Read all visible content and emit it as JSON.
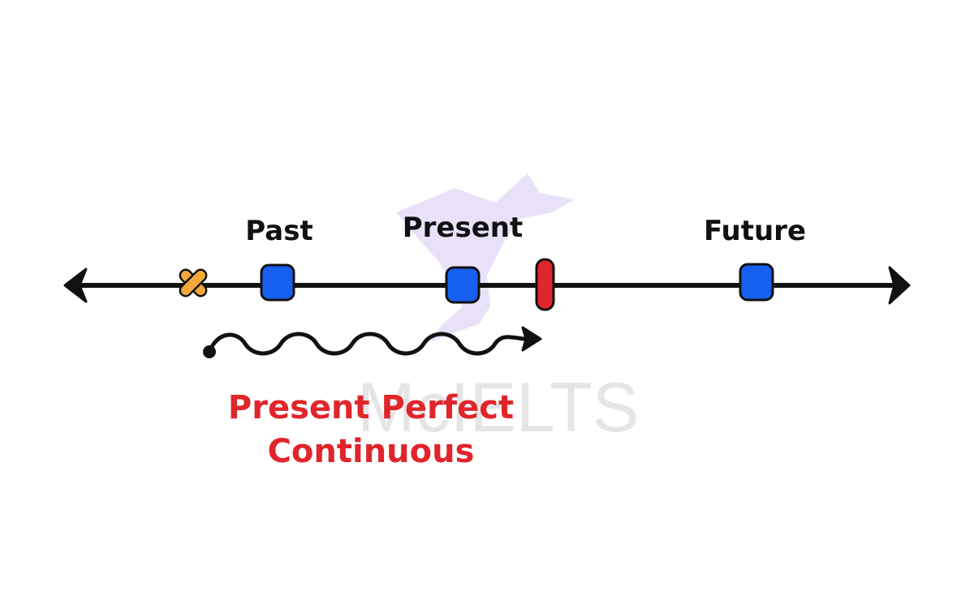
{
  "timeline": {
    "labels": {
      "past": "Past",
      "present": "Present",
      "future": "Future"
    },
    "tense_name": {
      "line1": "Present Perfect",
      "line2": "Continuous"
    }
  },
  "watermark": {
    "text": "McIELTS"
  },
  "colors": {
    "line": "#111111",
    "marker_blue": "#1560f0",
    "marker_red": "#e0252b",
    "cross_orange": "#f5a93a",
    "tense_text": "#e0252b",
    "watermark": "#e7defa"
  },
  "icons": {
    "start_marker": "orange-cross-icon",
    "time_markers": "blue-square-icon",
    "now_marker": "red-bar-icon",
    "duration": "wavy-arrow-icon"
  }
}
